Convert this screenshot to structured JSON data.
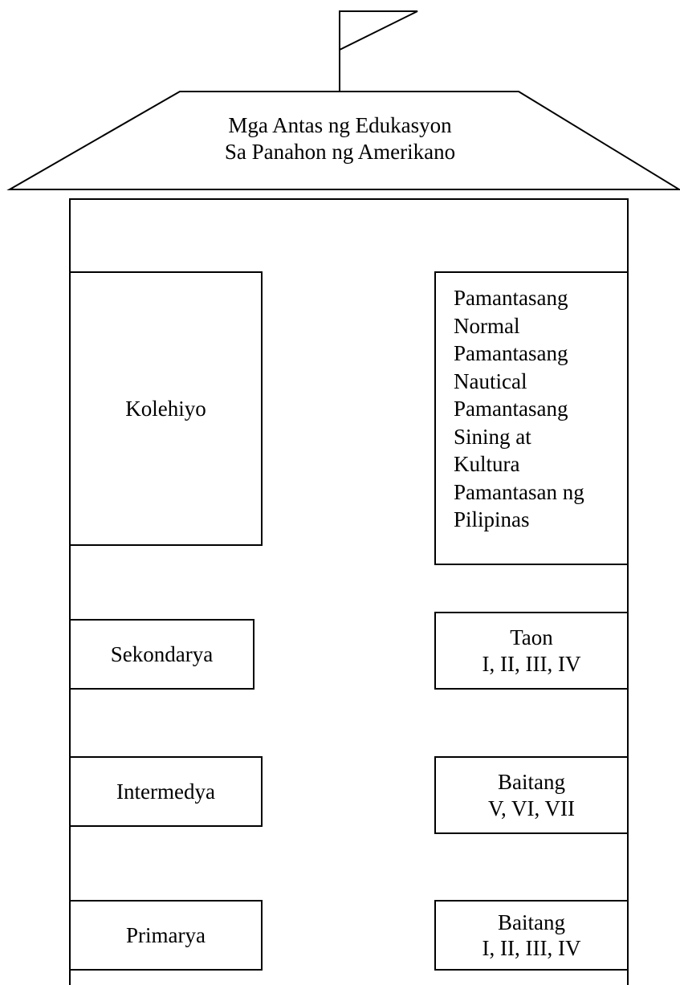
{
  "roof": {
    "title_line1": "Mga Antas ng Edukasyon",
    "title_line2": "Sa Panahon ng Amerikano"
  },
  "levels": {
    "kolehiyo": "Kolehiyo",
    "sekondarya": "Sekondarya",
    "intermedya": "Intermedya",
    "primarya": "Primarya"
  },
  "details": {
    "kolehiyo": [
      "Pamantasang",
      "Normal",
      "Pamantasang",
      "Nautical",
      "Pamantasang",
      "Sining at",
      "Kultura",
      "Pamantasan ng",
      "Pilipinas"
    ],
    "sekondarya": [
      "Taon",
      "I, II, III, IV"
    ],
    "intermedya": [
      "Baitang",
      "V, VI, VII"
    ],
    "primarya": [
      "Baitang",
      "I, II, III, IV"
    ]
  },
  "colors": {
    "stroke": "#000000",
    "background": "#ffffff"
  }
}
